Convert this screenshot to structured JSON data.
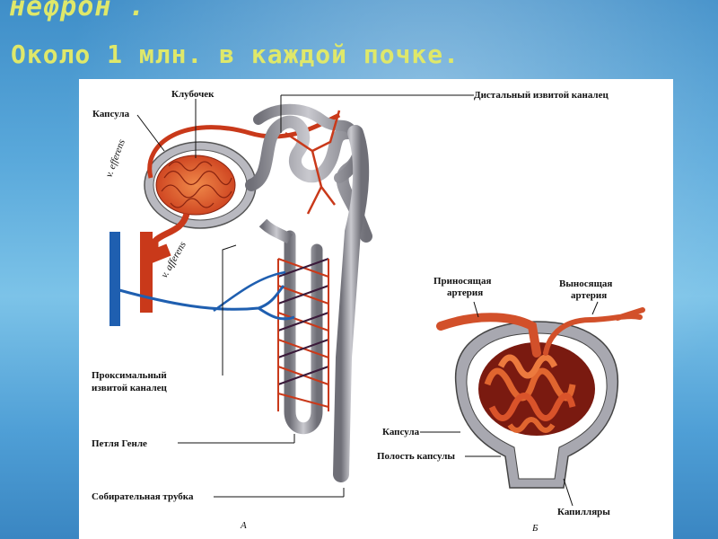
{
  "header": {
    "title": "нефрон .",
    "subtitle": "Около 1 млн. в каждой почке."
  },
  "diagram_a": {
    "letter": "А",
    "labels": {
      "glomerulus": "Клубочек",
      "capsule": "Капсула",
      "distal_tubule": "Дистальный извитой каналец",
      "v_efferens": "v. efferens",
      "v_afferens": "v. afferens",
      "proximal_tubule_1": "Проксимальный",
      "proximal_tubule_2": "извитой каналец",
      "loop_of_henle": "Петля Генле",
      "collecting_duct": "Собирательная трубка"
    }
  },
  "diagram_b": {
    "letter": "Б",
    "labels": {
      "afferent_1": "Приносящая",
      "afferent_2": "артерия",
      "efferent_1": "Выносящая",
      "efferent_2": "артерия",
      "capsule": "Капсула",
      "capsule_cavity": "Полость капсулы",
      "capillaries": "Капилляры"
    }
  },
  "colors": {
    "artery": "#c9391a",
    "vein": "#1f5fb0",
    "tubule": "#8f8f96",
    "heading": "#dfe86a"
  }
}
